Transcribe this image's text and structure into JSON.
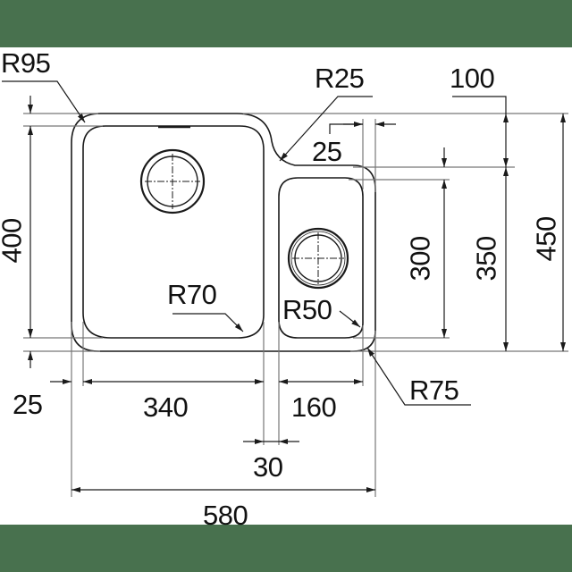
{
  "colors": {
    "band": "#48714e",
    "line": "#1a1a1a",
    "dim_line": "#777777",
    "background": "#ffffff"
  },
  "drawing": {
    "subject": "double-bowl undermount sink technical drawing",
    "radii": {
      "r95": "R95",
      "r25": "R25",
      "r70": "R70",
      "r50": "R50",
      "r75": "R75"
    },
    "dimensions": {
      "top_offset_100": "100",
      "notch_25": "25",
      "small_bowl_height_300": "300",
      "overall_350": "350",
      "overall_height_450": "450",
      "main_bowl_height_400": "400",
      "rim_25": "25",
      "main_bowl_width_340": "340",
      "small_bowl_width_160": "160",
      "divider_30": "30",
      "overall_width_580": "580"
    }
  }
}
